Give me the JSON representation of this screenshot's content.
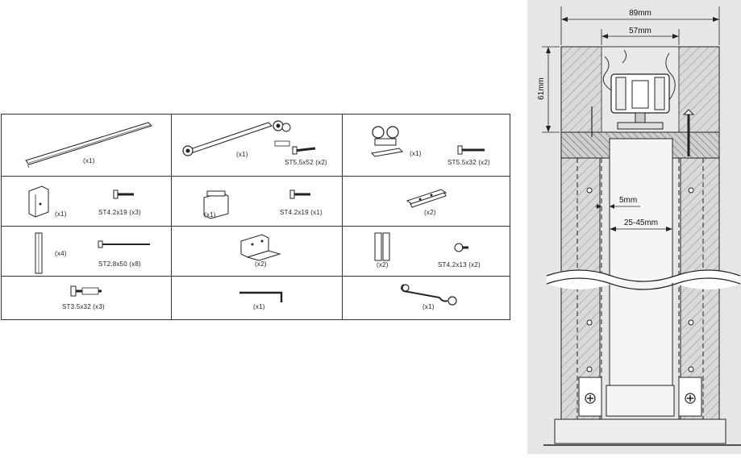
{
  "parts": [
    {
      "id": "rail",
      "qty": "(x1)",
      "screw": ""
    },
    {
      "id": "rail-with-rollers",
      "qty": "(x1)",
      "screw": "ST5.5x52 (x2)"
    },
    {
      "id": "roller-stopper",
      "qty": "(x1)",
      "screw": "ST5.5x32 (x2)"
    },
    {
      "id": "floor-guide-bracket",
      "qty": "(x1)",
      "screw": "ST4.2x19 (x3)"
    },
    {
      "id": "top-guide",
      "qty": "(x1)",
      "screw": "ST4.2x19 (x1)"
    },
    {
      "id": "hinge-plate",
      "qty": "(x2)",
      "screw": ""
    },
    {
      "id": "profile",
      "qty": "(x4)",
      "screw": "ST2.8x50 (x8)"
    },
    {
      "id": "mount-bracket",
      "qty": "(x2)",
      "screw": ""
    },
    {
      "id": "clip",
      "qty": "(x2)",
      "screw": "ST4.2x13 (x2)"
    },
    {
      "id": "anchor-screw",
      "qty": "",
      "screw": "ST3.5x32 (x3)"
    },
    {
      "id": "allen-key",
      "qty": "(x1)",
      "screw": ""
    },
    {
      "id": "wrench",
      "qty": "(x1)",
      "screw": ""
    }
  ],
  "dimensions": {
    "outer_width": "89mm",
    "inner_width": "57mm",
    "height": "61mm",
    "gap": "5mm",
    "door_thickness": "25-45mm"
  },
  "colors": {
    "line": "#222222",
    "panel_bg": "#e6e6e6",
    "wall_fill": "#d4d4d4"
  }
}
